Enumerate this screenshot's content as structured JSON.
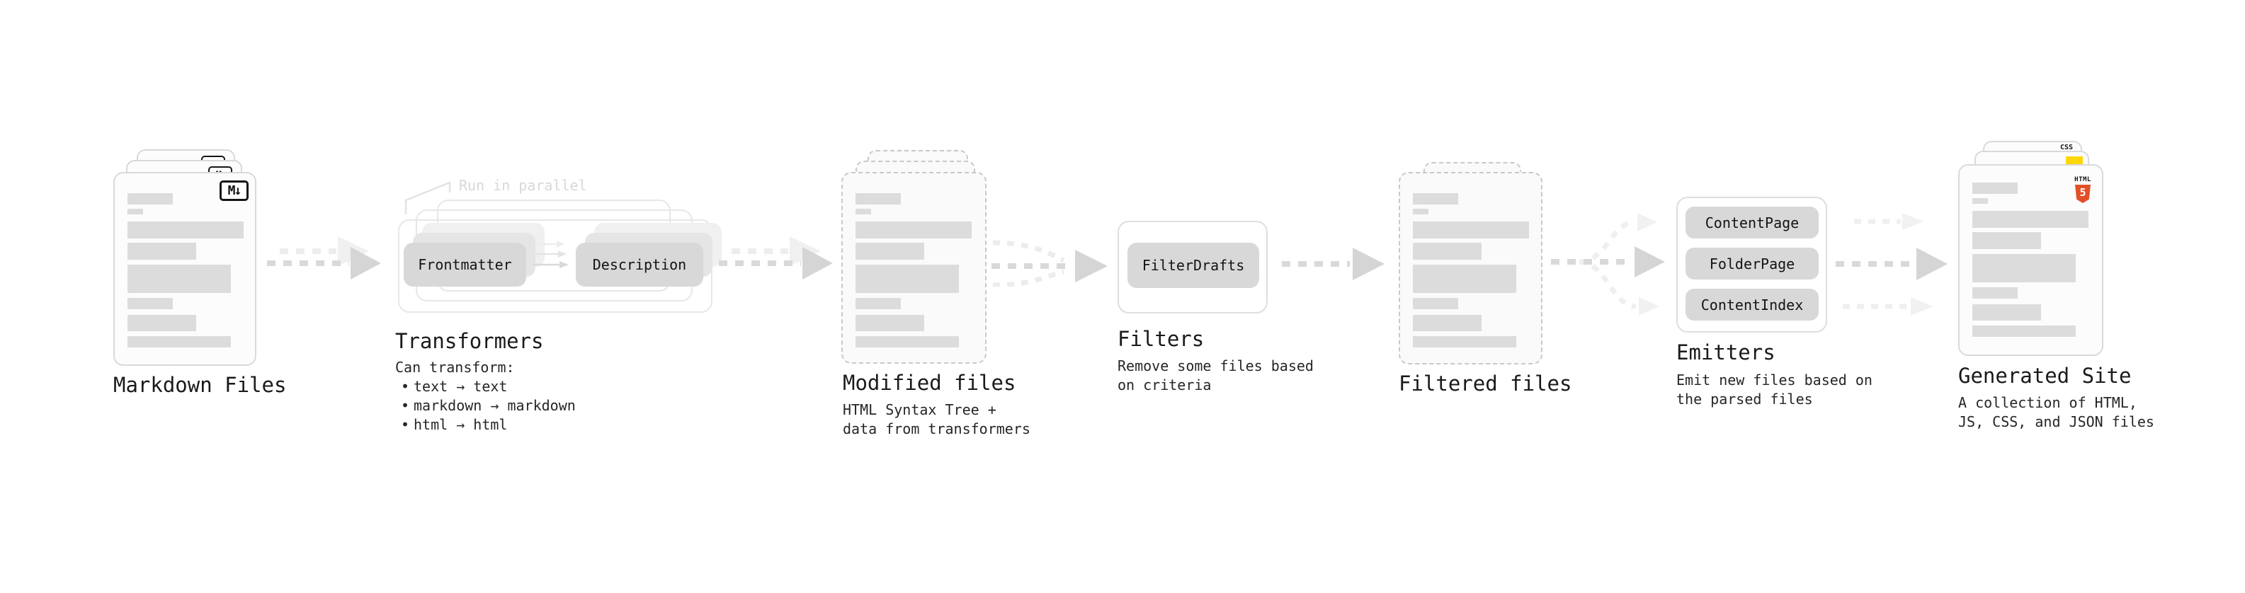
{
  "diagram": {
    "stages": {
      "markdown_files": {
        "title": "Markdown Files"
      },
      "transformers": {
        "title": "Transformers",
        "parallel_note": "Run in parallel",
        "plugins": [
          "Frontmatter",
          "Description"
        ],
        "caption_intro": "Can transform:",
        "bullet": "•",
        "bullets": [
          "text → text",
          "markdown → markdown",
          "html → html"
        ]
      },
      "modified_files": {
        "title": "Modified files",
        "caption": "HTML Syntax Tree +\ndata from transformers"
      },
      "filters": {
        "title": "Filters",
        "plugins": [
          "FilterDrafts"
        ],
        "caption": "Remove some files based\non criteria"
      },
      "filtered_files": {
        "title": "Filtered files"
      },
      "emitters": {
        "title": "Emitters",
        "plugins": [
          "ContentPage",
          "FolderPage",
          "ContentIndex"
        ],
        "caption": "Emit new files based on\nthe parsed files"
      },
      "generated_site": {
        "title": "Generated Site",
        "caption": "A collection of HTML,\nJS, CSS, and JSON files"
      }
    },
    "icons": {
      "markdown_badge": "M↓",
      "html5_label": "HTML",
      "html5_number": "5",
      "css_label": "CSS"
    },
    "colors": {
      "html5-orange": "#e34f26",
      "js-yellow": "#ffd60a",
      "css-blue": "#2b66f6",
      "arrow-gray": "#d9d9d9",
      "chip-gray": "#d8d8d8"
    }
  }
}
